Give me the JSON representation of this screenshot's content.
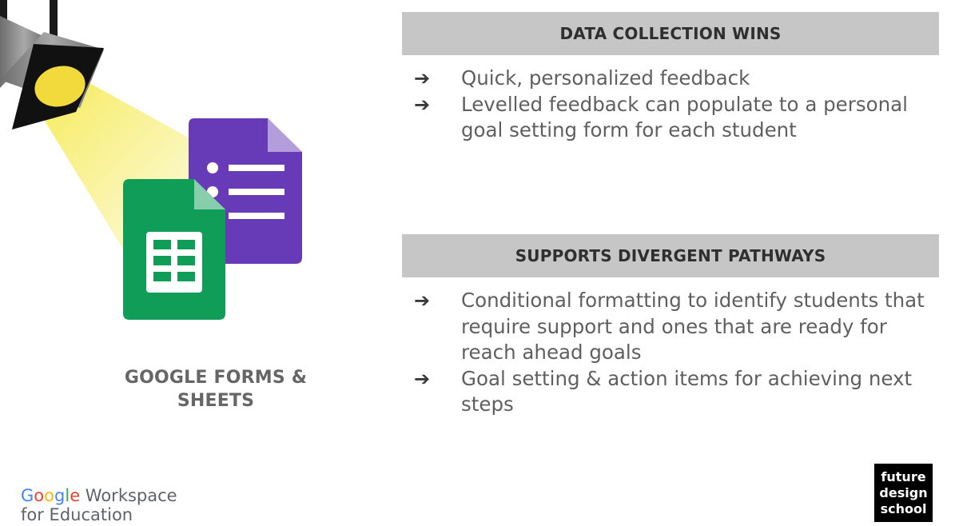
{
  "caption": {
    "line1": "GOOGLE FORMS &",
    "line2": "SHEETS"
  },
  "sections": [
    {
      "header": "DATA COLLECTION WINS",
      "bullets": [
        {
          "line1": "Quick, personalized feedback"
        },
        {
          "line1": "Levelled feedback can populate to a personal",
          "line2": "goal setting form for each student"
        }
      ]
    },
    {
      "header": "SUPPORTS DIVERGENT PATHWAYS",
      "bullets": [
        {
          "line1": "Conditional formatting to identify students that",
          "line2": "require support and ones that are ready for",
          "line3": "reach ahead goals"
        },
        {
          "line1": "Goal setting & action items for achieving next",
          "line2": "steps"
        }
      ]
    }
  ],
  "arrow_glyph": "➔",
  "footer": {
    "google_logo": {
      "google": "Google",
      "workspace": "Workspace",
      "line2": "for Education"
    },
    "fds_logo": {
      "line1": "future",
      "line2": "design",
      "line3": "school"
    }
  },
  "colors": {
    "header_bg": "#c6c6c6",
    "forms_purple": "#673ab7",
    "sheets_green": "#0f9d58",
    "spotlight_yellow": "#f5e94a"
  },
  "icons": [
    "spotlight-icon",
    "google-forms-icon",
    "google-sheets-icon",
    "arrow-right-icon"
  ]
}
